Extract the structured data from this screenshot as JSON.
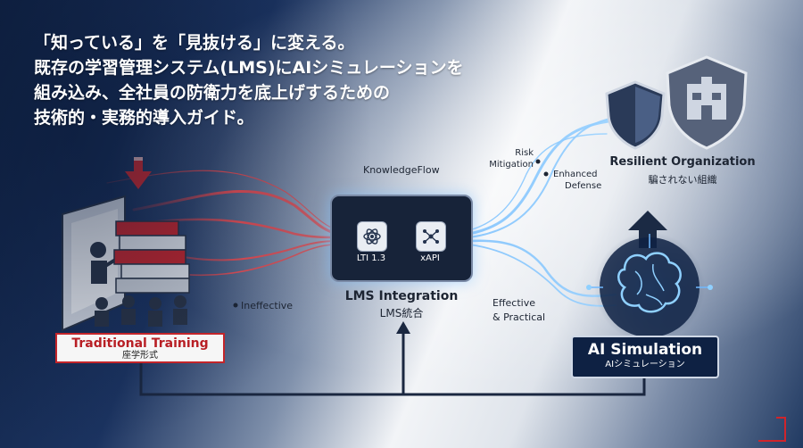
{
  "headline": {
    "line1": "「知っている」を「見抜ける」に変える。",
    "line2": "既存の学習管理システム(LMS)にAIシミュレーションを",
    "line3": "組み込み、全社員の防衛力を底上げするための",
    "line4": "技術的・実務的導入ガイド。"
  },
  "traditional": {
    "title": "Traditional Training",
    "subtitle": "座学形式",
    "flow_label": "Ineffective"
  },
  "hub": {
    "top_label": "KnowledgeFlow",
    "chip_left": "LTI 1.3",
    "chip_right": "xAPI",
    "title": "LMS Integration",
    "subtitle": "LMS統合"
  },
  "ai": {
    "title": "AI Simulation",
    "subtitle": "AIシミュレーション",
    "flow_label_1": "Effective",
    "flow_label_2": "& Practical"
  },
  "resilient": {
    "title": "Resilient Organization",
    "subtitle": "騙されない組織",
    "callout_1a": "Risk",
    "callout_1b": "Mitigation",
    "callout_2a": "Enhanced",
    "callout_2b": "Defense"
  },
  "colors": {
    "red_flow": "#e43a3c",
    "blue_flow": "#63b6ff",
    "navy": "#0e2143",
    "accent_red": "#d0242b"
  },
  "icons": [
    "down-arrow-icon",
    "teacher-with-books-icon",
    "atom-icon",
    "network-nodes-icon",
    "shield-icon",
    "fortress-shield-icon",
    "ai-brain-icon",
    "up-arrow-icon"
  ]
}
